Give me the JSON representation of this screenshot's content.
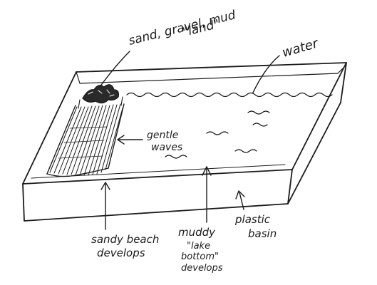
{
  "labels": {
    "land_line1": "sand, gravel, mud",
    "land_line2": "\"land\"",
    "water": "water",
    "gentle_line1": "gentle",
    "gentle_line2": "waves",
    "beach_line1": "sandy beach",
    "beach_line2": "develops",
    "lake_line1": "muddy",
    "lake_line2": "\"lake",
    "lake_line3": "bottom\"",
    "lake_line4": "develops",
    "basin_line1": "plastic",
    "basin_line2": "basin"
  }
}
